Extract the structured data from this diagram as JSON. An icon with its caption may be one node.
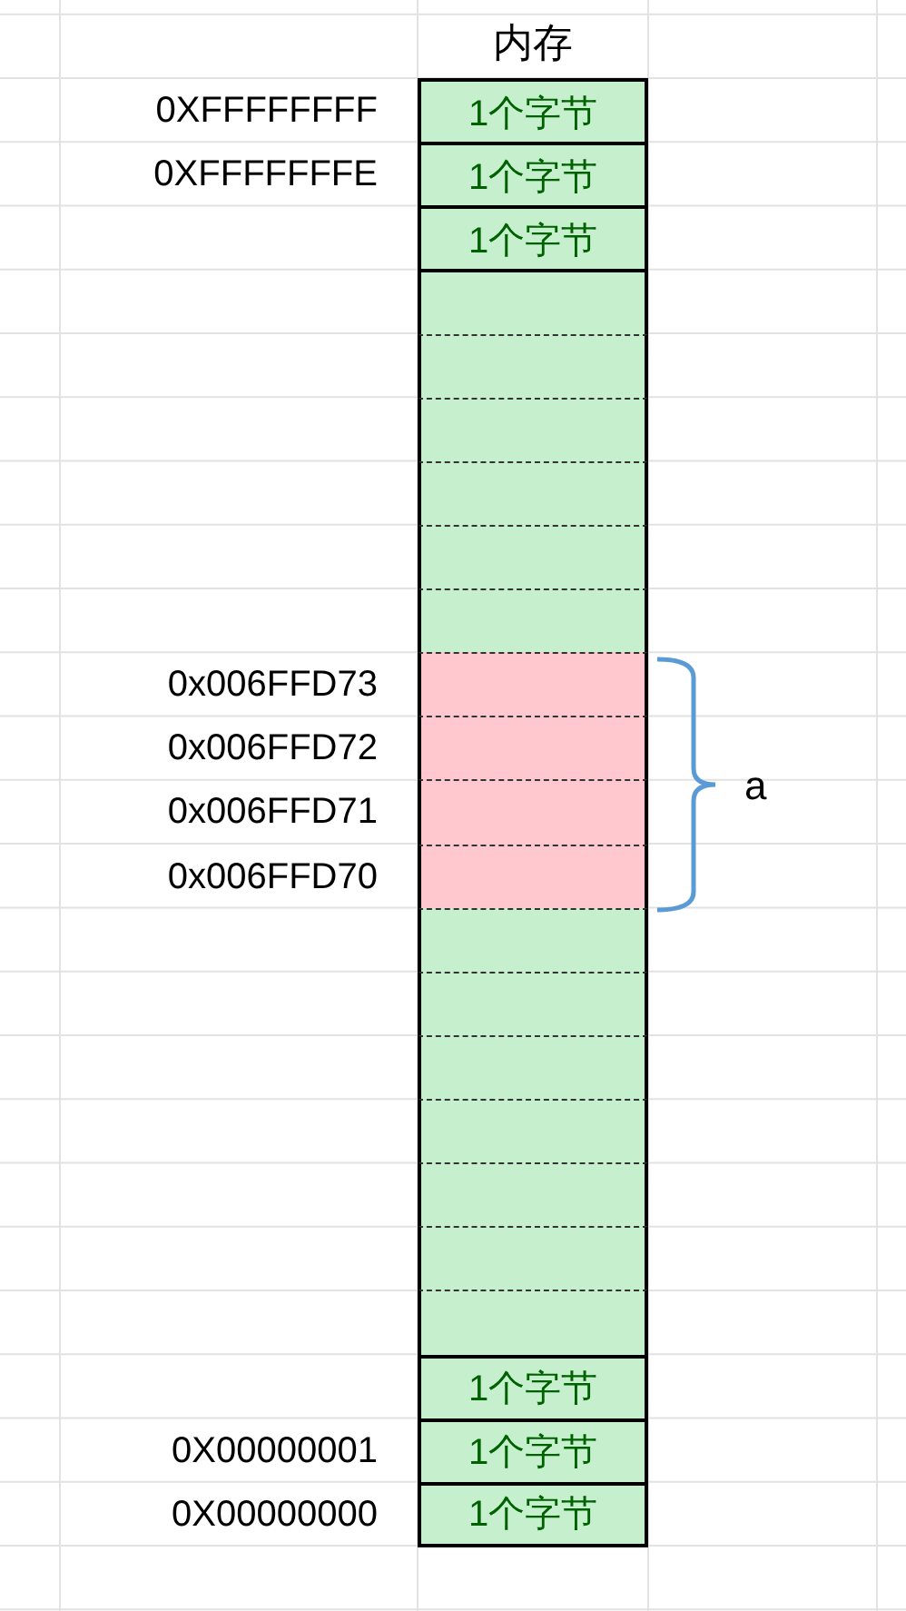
{
  "diagram": {
    "title": "内存",
    "nodes": [
      {
        "text": [
          "1个字节"
        ],
        "beside": [
          "0XFFFFFFFF"
        ]
      },
      {
        "text": [
          "1个字节"
        ],
        "beside": [
          "0XFFFFFFFE"
        ]
      },
      {
        "text": [
          "1个字节"
        ]
      },
      {
        "text": [],
        "shape": "box"
      },
      {
        "text": [],
        "shape": "box"
      },
      {
        "text": [],
        "shape": "box"
      },
      {
        "text": [],
        "shape": "box"
      },
      {
        "text": [],
        "shape": "box"
      },
      {
        "text": [],
        "shape": "box"
      },
      {
        "text": [],
        "shape": "box",
        "beside": [
          "0x006FFD73"
        ]
      },
      {
        "text": [],
        "shape": "box",
        "beside": [
          "0x006FFD72"
        ]
      },
      {
        "text": [],
        "shape": "box",
        "beside": [
          "0x006FFD71"
        ]
      },
      {
        "text": [],
        "shape": "box",
        "beside": [
          "0x006FFD70"
        ]
      },
      {
        "text": [],
        "shape": "box"
      },
      {
        "text": [],
        "shape": "box"
      },
      {
        "text": [],
        "shape": "box"
      },
      {
        "text": [],
        "shape": "box"
      },
      {
        "text": [],
        "shape": "box"
      },
      {
        "text": [],
        "shape": "box"
      },
      {
        "text": [],
        "shape": "box"
      },
      {
        "text": [
          "1个字节"
        ]
      },
      {
        "text": [
          "1个字节"
        ],
        "beside": [
          "0X00000001"
        ]
      },
      {
        "text": [
          "1个字节"
        ],
        "beside": [
          "0X00000000"
        ]
      }
    ],
    "edges": [],
    "labels": [
      "a"
    ]
  }
}
